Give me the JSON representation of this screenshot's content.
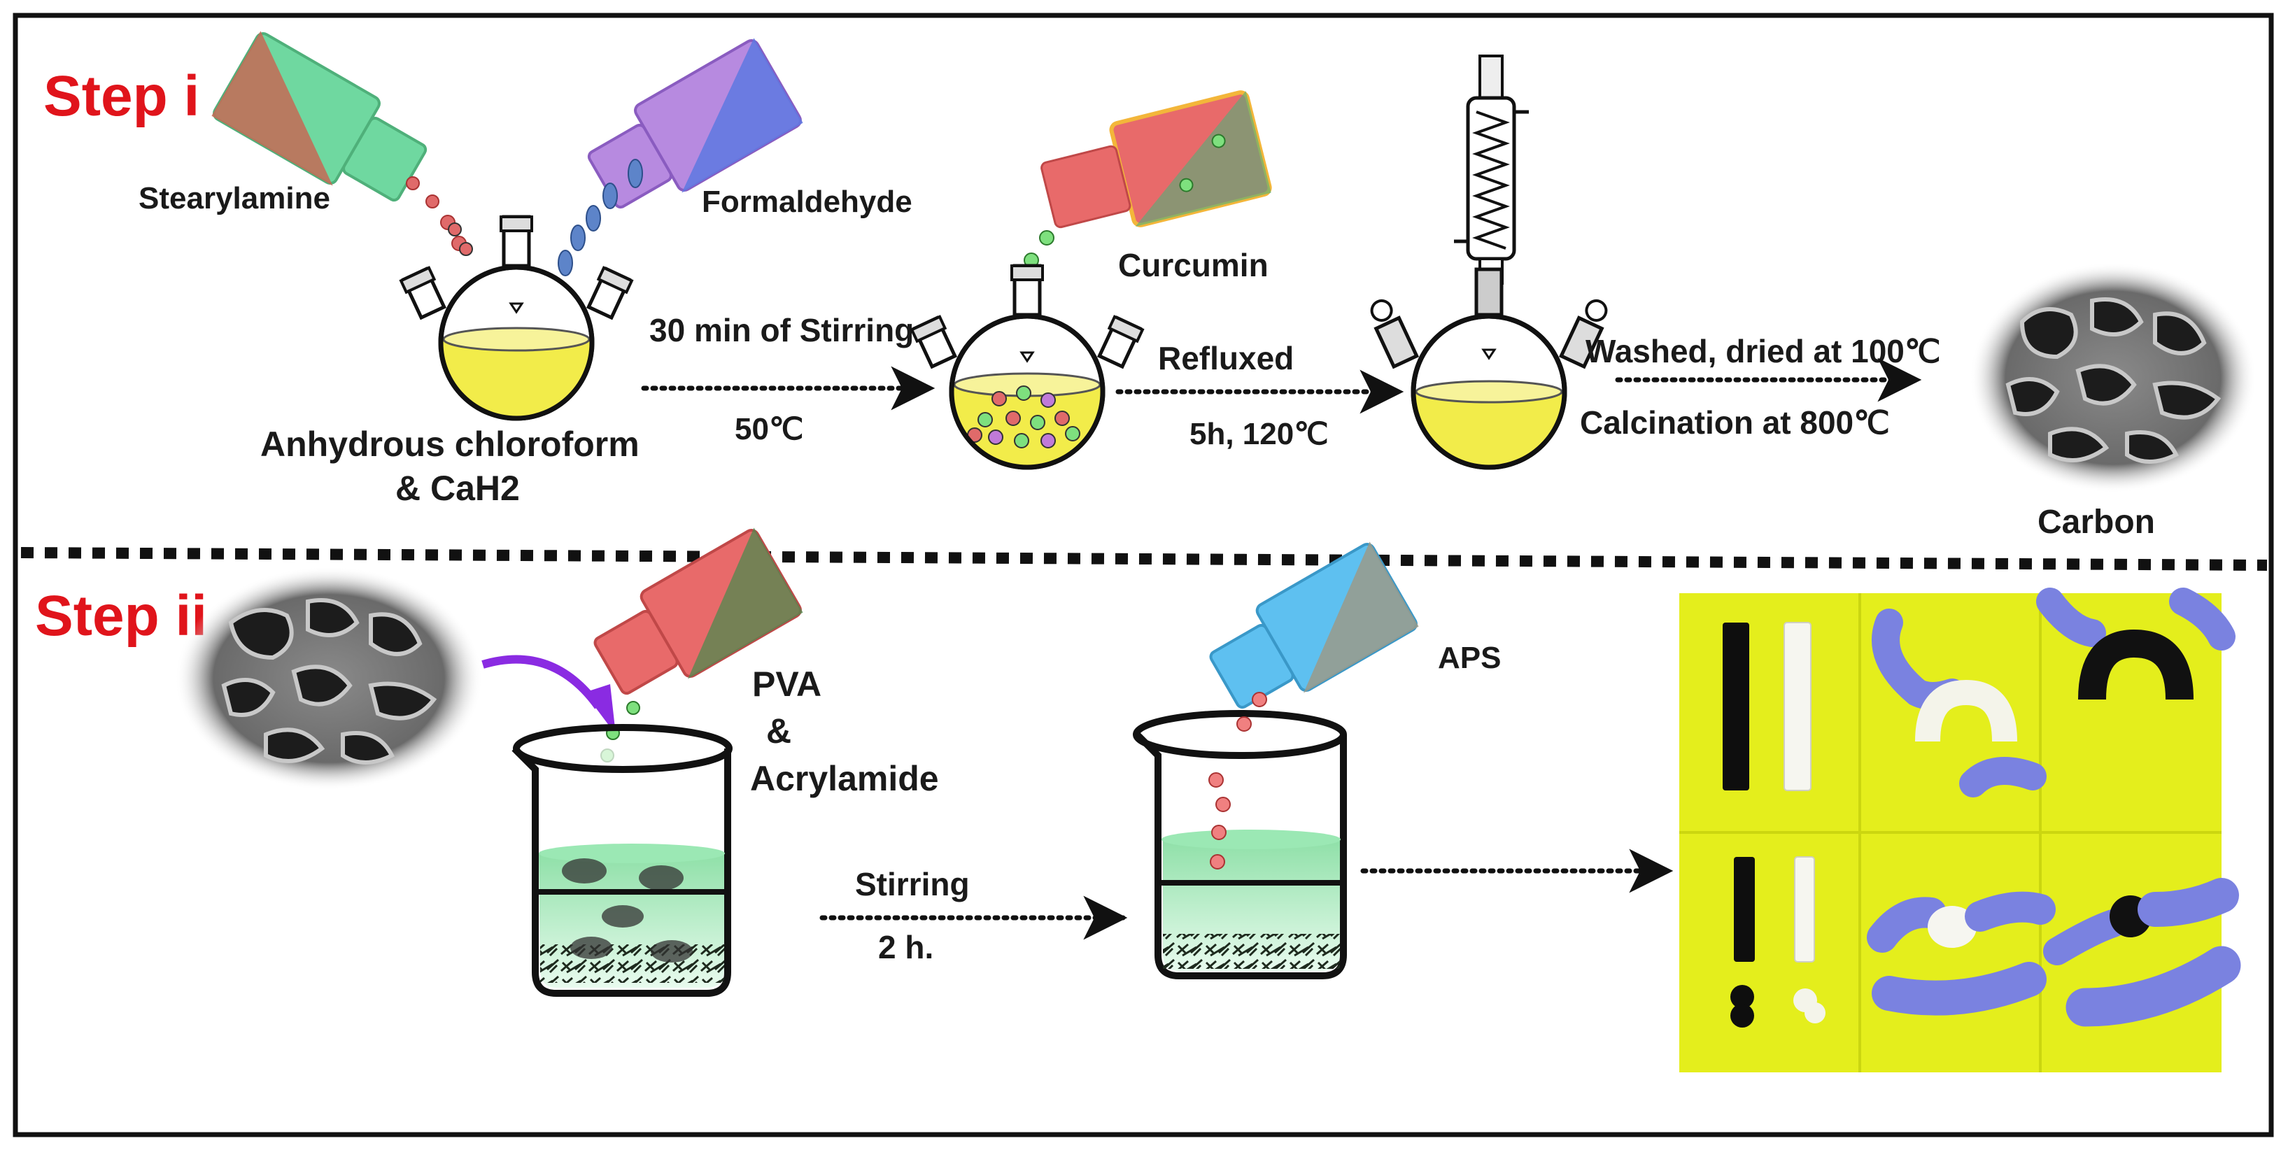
{
  "steps": {
    "step1_label": "Step i",
    "step2_label": "Step ii"
  },
  "reagents": {
    "stearylamine": "Stearylamine",
    "formaldehyde": "Formaldehyde",
    "curcumin": "Curcumin",
    "pva": "PVA",
    "amp": "&",
    "acrylamide": "Acrylamide",
    "aps": "APS"
  },
  "conditions": {
    "solvent_line1": "Anhydrous chloroform",
    "solvent_line2": "& CaH2",
    "stirring_30": "30 min of Stirring",
    "temp_50": "50℃",
    "refluxed": "Refluxed",
    "reflux_cond": "5h, 120℃",
    "washed": "Washed, dried at 100℃",
    "calcination": "Calcination at 800℃",
    "carbon": "Carbon",
    "stirring": "Stirring",
    "time_2h": "2 h."
  },
  "colors": {
    "step_red": "#e0141b",
    "solution_yellow": "#f2ec4a",
    "hydrogel_bg": "#e4ee1c",
    "glove_blue": "#7a82e0",
    "gel_green": "#c8f0d4"
  },
  "icons": {
    "pour_bottle": "pouring-bottle-icon",
    "flask": "three-neck-flask-icon",
    "condenser": "reflux-condenser-icon",
    "beaker": "beaker-icon",
    "sem": "porous-carbon-sem-icon",
    "photo": "hydrogel-photo-grid"
  }
}
